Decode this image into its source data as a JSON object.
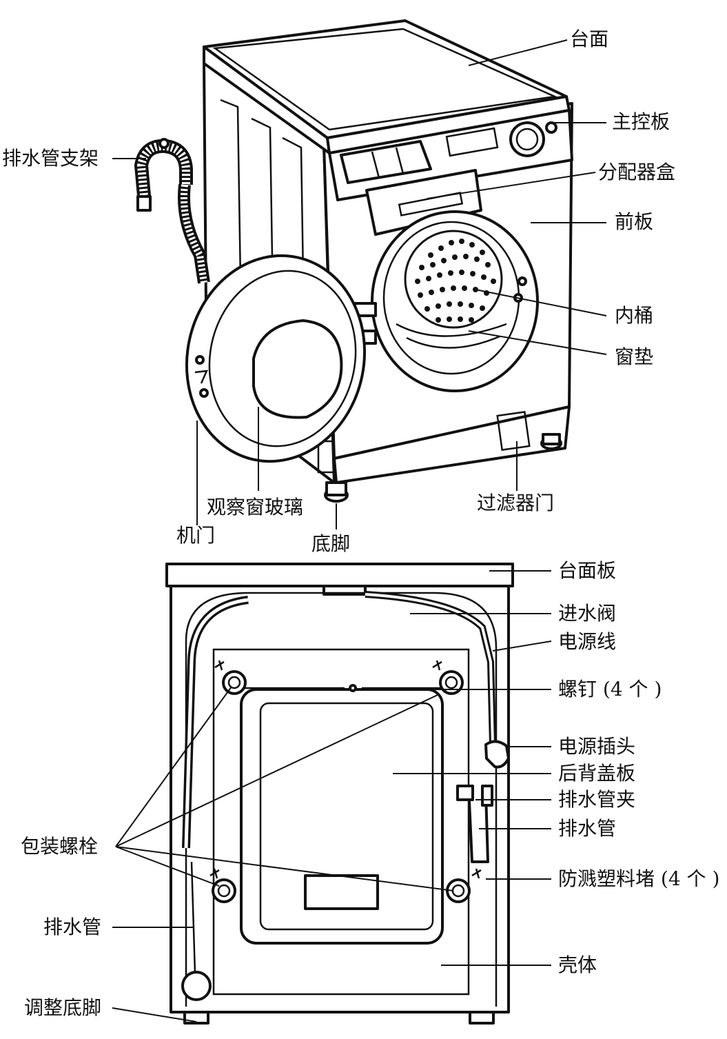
{
  "top_labels": {
    "countertop": "台面",
    "control_panel": "主控板",
    "drain_hose_bracket": "排水管支架",
    "dispenser_box": "分配器盒",
    "front_panel": "前板",
    "inner_drum": "内桶",
    "window_gasket": "窗垫",
    "viewing_glass": "观察窗玻璃",
    "door": "机门",
    "foot": "底脚",
    "filter_door": "过滤器门"
  },
  "bottom_labels": {
    "top_panel": "台面板",
    "inlet_valve": "进水阀",
    "power_cord": "电源线",
    "screws": "螺钉 (4 个 )",
    "power_plug": "电源插头",
    "back_cover": "后背盖板",
    "drain_hose_clip": "排水管夹",
    "drain_hose_right": "排水管",
    "splash_plugs": "防溅塑料堵 (4 个 )",
    "shipping_bolts": "包装螺栓",
    "drain_hose_left": "排水管",
    "cabinet": "壳体",
    "adjustable_feet": "调整底脚"
  },
  "colors": {
    "ink": "#111111",
    "paper": "#ffffff"
  }
}
